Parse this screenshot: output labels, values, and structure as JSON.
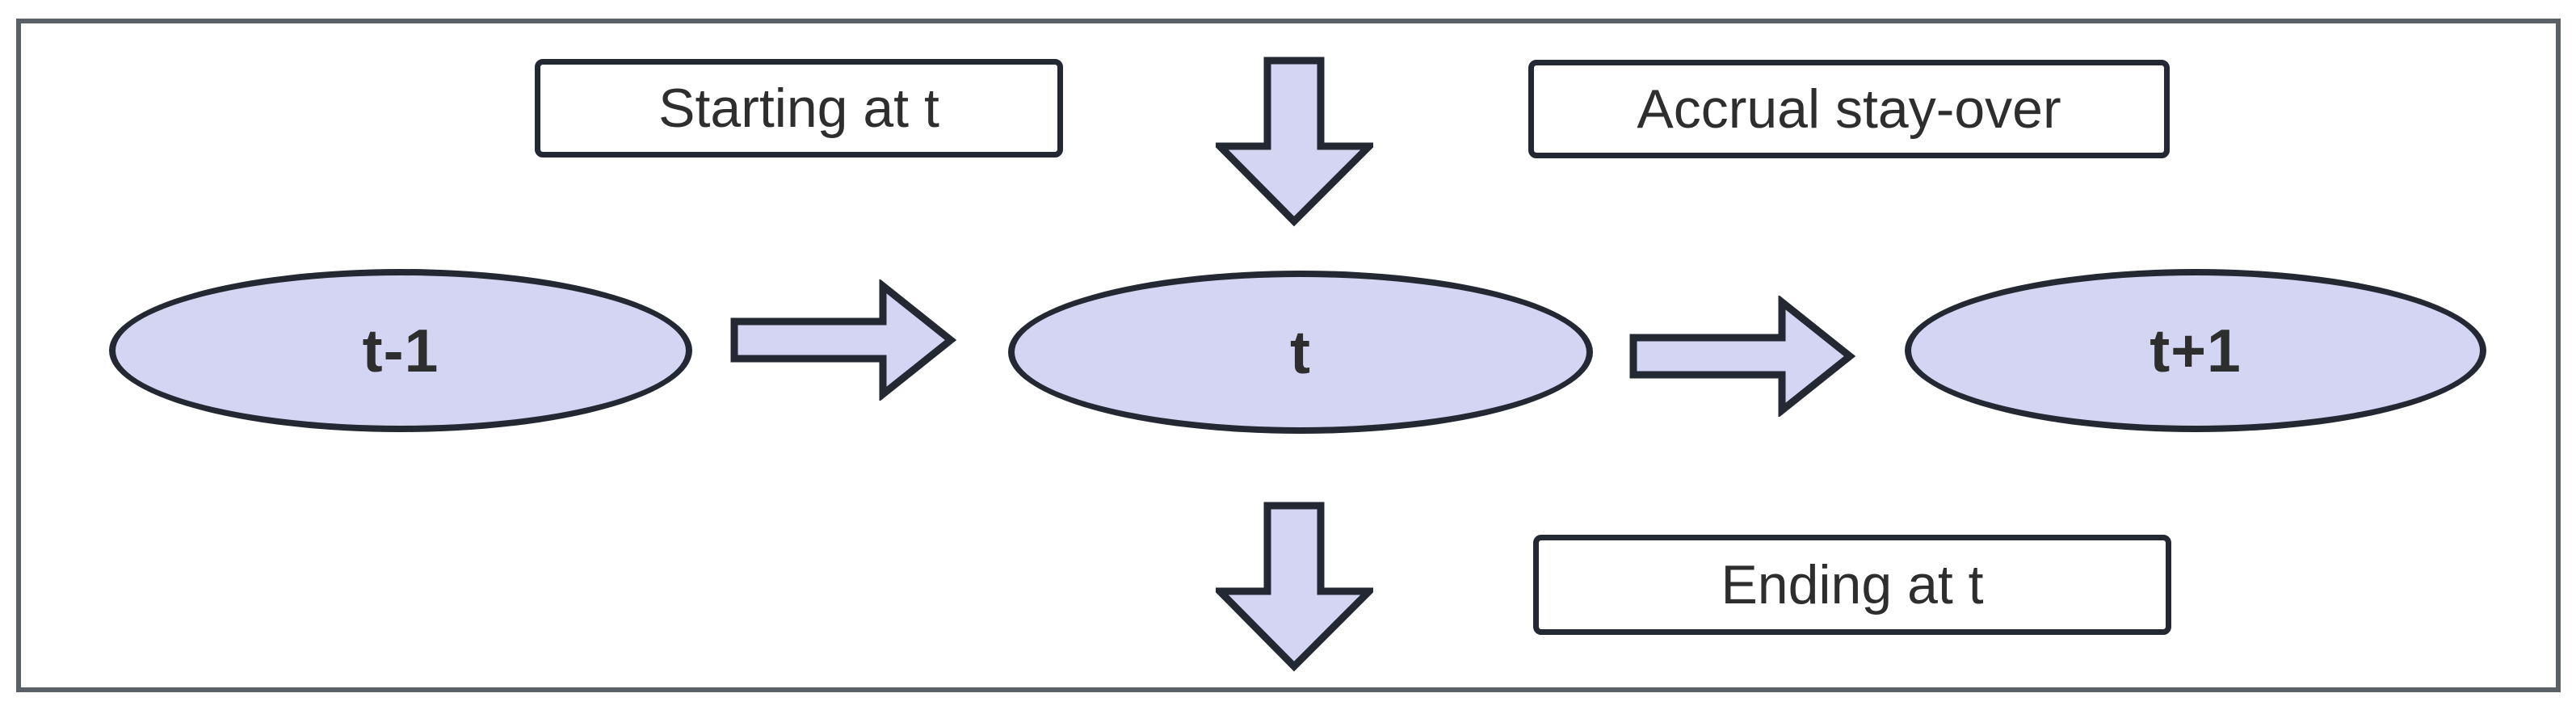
{
  "diagram": {
    "type": "flow-diagram",
    "description": "Timeline periods with transition arrows",
    "nodes": {
      "prev": {
        "label": "t-1"
      },
      "current": {
        "label": "t"
      },
      "next": {
        "label": "t+1"
      }
    },
    "annotations": {
      "starting": {
        "text": "Starting at t"
      },
      "accrual": {
        "text": "Accrual stay-over"
      },
      "ending": {
        "text": "Ending at t"
      }
    },
    "arrows": [
      {
        "name": "inflow-into-t",
        "direction": "down"
      },
      {
        "name": "t-minus-1-to-t",
        "direction": "right"
      },
      {
        "name": "t-to-t-plus-1",
        "direction": "right"
      },
      {
        "name": "outflow-ending-at-t",
        "direction": "down"
      }
    ],
    "colors": {
      "shape_fill": "#d3d5f3",
      "shape_stroke": "#232833",
      "frame_border": "#5a6066",
      "label_box_bg": "#ffffff",
      "text_color": "#2e2e2e"
    }
  }
}
